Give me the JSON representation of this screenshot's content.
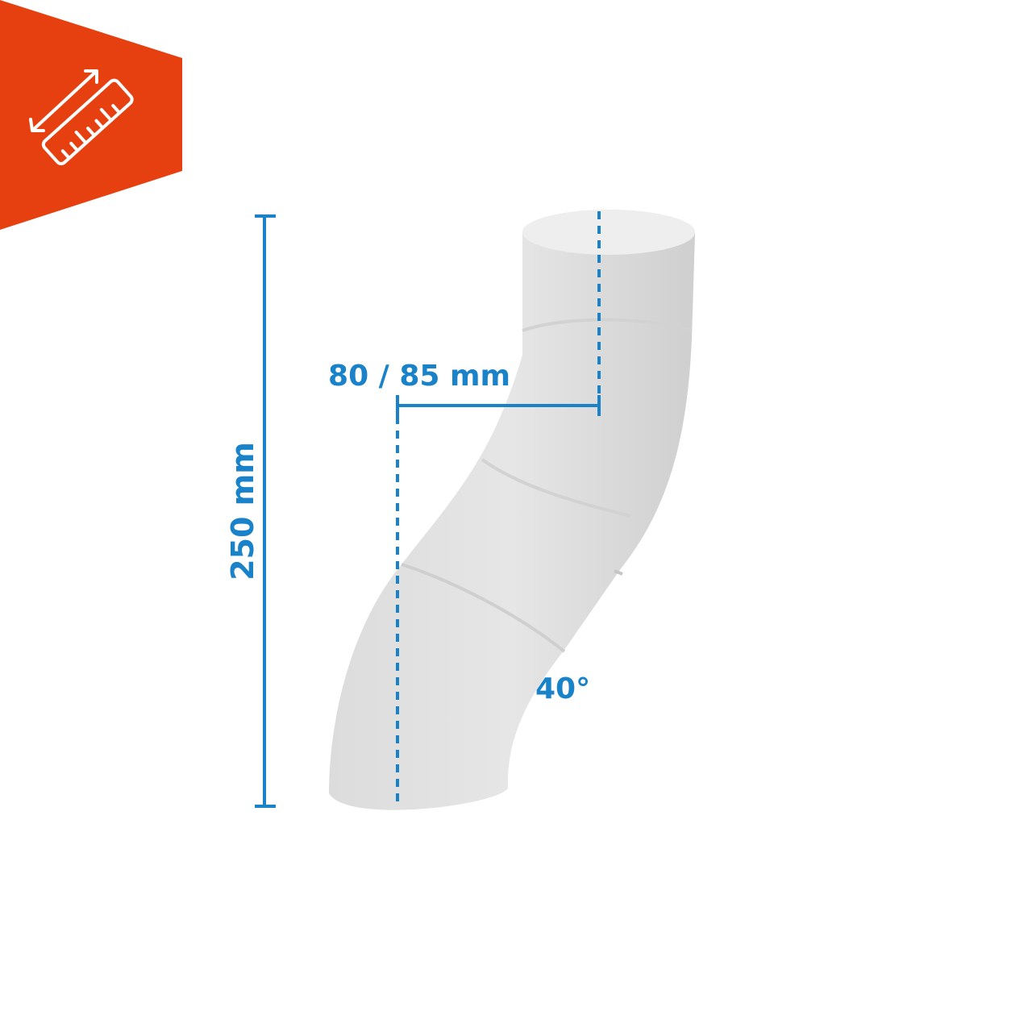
{
  "badge": {
    "icon": "ruler-icon",
    "color": "#e64011"
  },
  "dimensions": {
    "height_label": "250 mm",
    "offset_label": "80 / 85 mm",
    "angle_label": "40°"
  },
  "colors": {
    "dimension_line": "#1a82c8",
    "pipe_fill": "#e0e0e0",
    "pipe_shadow": "#c9c9c9"
  }
}
